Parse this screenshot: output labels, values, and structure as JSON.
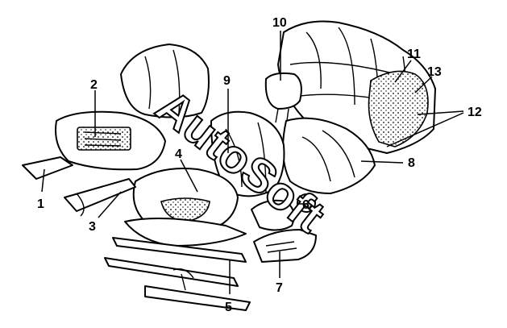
{
  "callouts": {
    "c1": "1",
    "c2": "2",
    "c3": "3",
    "c4": "4",
    "c5": "5",
    "c6": "6",
    "c7": "7",
    "c8": "8",
    "c9": "9",
    "c10": "10",
    "c11": "11",
    "c12": "12",
    "c13": "13"
  },
  "watermark": "AutoSoft"
}
